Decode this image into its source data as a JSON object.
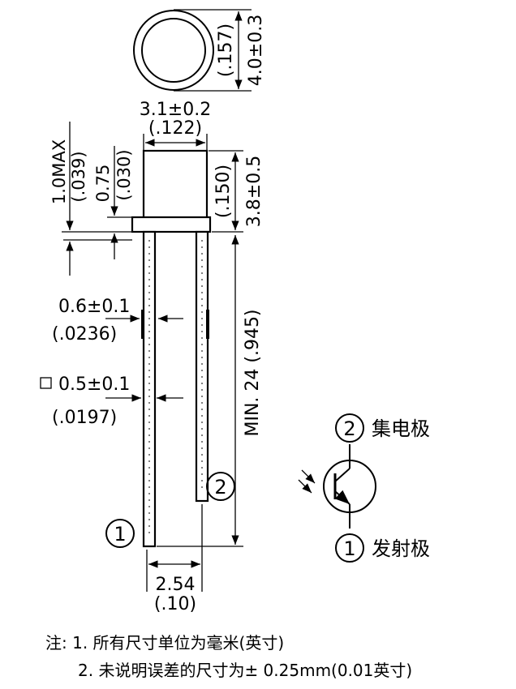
{
  "dimensions": {
    "top_diameter_mm": "4.0±0.3",
    "top_diameter_in": "(.157)",
    "body_width_mm": "3.1±0.2",
    "body_width_in": "(.122)",
    "flange_max_mm": "1.0MAX",
    "flange_max_in": "(.039)",
    "flange_mm": "0.75",
    "flange_in": "(.030)",
    "body_height_in": "(.150)",
    "body_height_mm": "3.8±0.5",
    "lead_length": "MIN. 24 (.945)",
    "lead_width_mm": "0.6±0.1",
    "lead_width_in": "(.0236)",
    "lead_square_mm": "0.5±0.1",
    "lead_square_in": "(.0197)",
    "pitch_mm": "2.54",
    "pitch_in": "(.10)"
  },
  "pins": {
    "pin1_number": "1",
    "pin2_number": "2",
    "pin1_name": "发射极",
    "pin2_name": "集电极"
  },
  "notes": {
    "prefix": "注:",
    "note1": "1. 所有尺寸单位为毫米(英寸)",
    "note2": "2. 未说明误差的尺寸为± 0.25mm(0.01英寸)"
  }
}
